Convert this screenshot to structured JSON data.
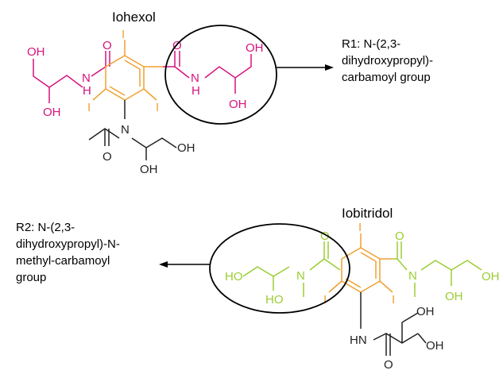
{
  "iohexol": {
    "title": "Iohexol",
    "caption": [
      "R1: N-(2,3-",
      "dihydroxypropyl)-",
      "carbamoyl group"
    ],
    "atoms": {
      "oh_left_top": "OH",
      "oh_left_bottom": "OH",
      "nh_left": "H",
      "n_left": "N",
      "o_left": "O",
      "i_top": "I",
      "i_left": "I",
      "i_right": "I",
      "o_right": "O",
      "nh_right_n": "N",
      "nh_right_h": "H",
      "oh_right_top": "OH",
      "oh_right_bottom": "OH",
      "n_center": "N",
      "o_acetyl": "O",
      "oh_chain_end": "OH",
      "oh_chain_down": "OH"
    }
  },
  "iobitridol": {
    "title": "Iobitridol",
    "caption": [
      "R2: N-(2,3-",
      "dihydroxypropyl)-N-",
      "methyl-carbamoyl",
      "group"
    ],
    "atoms": {
      "ho_left": "HO",
      "ho_bottom": "HO",
      "n_left": "N",
      "o_left": "O",
      "i_top": "I",
      "i_left": "I",
      "i_right": "I",
      "o_right": "O",
      "n_right": "N",
      "oh_right_end": "OH",
      "oh_right_down": "OH",
      "oh_side_top": "OH",
      "oh_side_end": "OH",
      "hn": "HN",
      "o_amide": "O"
    }
  },
  "colors": {
    "side_chain_pink": "#d6127e",
    "ring_orange": "#f0a030",
    "side_chain_green": "#9acd32",
    "ink": "#222222"
  }
}
